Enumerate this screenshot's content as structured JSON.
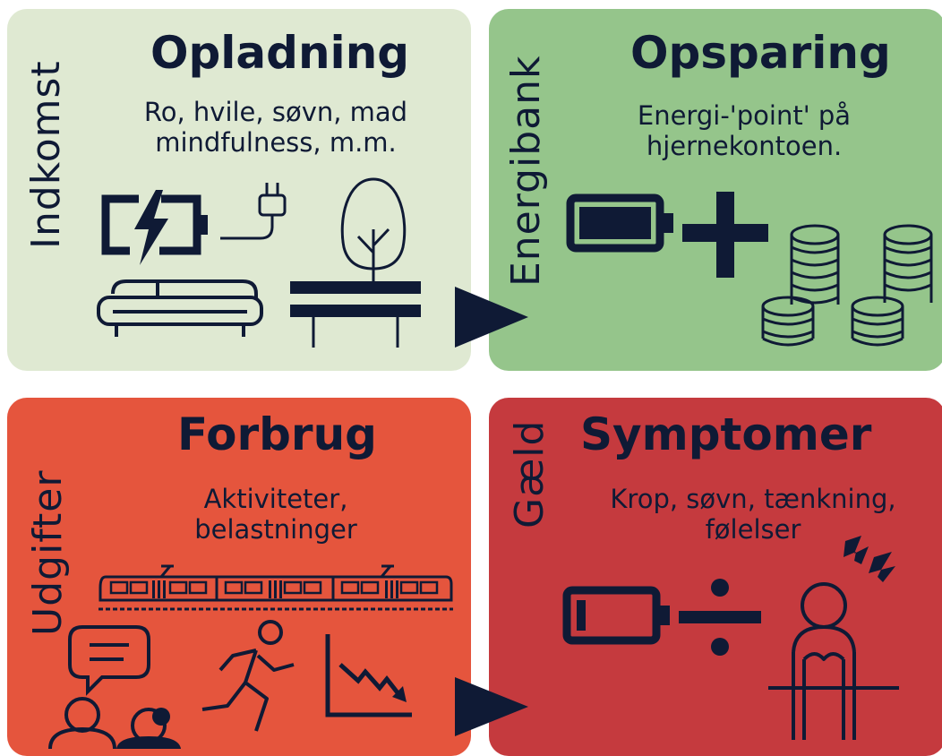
{
  "colors": {
    "ink": "#0f1a35",
    "opladning_bg": "#dfe9d2",
    "opsparing_bg": "#95c58b",
    "forbrug_bg": "#e5553d",
    "symptomer_bg": "#c53a3e"
  },
  "panels": {
    "opladning": {
      "side_label": "Indkomst",
      "title": "Opladning",
      "desc_line1": "Ro, hvile, søvn, mad",
      "desc_line2": "mindfulness, m.m.",
      "icons": [
        "battery-charging-icon",
        "plug-icon",
        "sofa-icon",
        "tree-icon",
        "bench-icon"
      ]
    },
    "opsparing": {
      "side_label": "Energibank",
      "title": "Opsparing",
      "desc_line1": "Energi-'point' på",
      "desc_line2": "hjernekontoen.",
      "icons": [
        "battery-icon",
        "plus-icon",
        "coin-stacks-icon"
      ]
    },
    "forbrug": {
      "side_label": "Udgifter",
      "title": "Forbrug",
      "desc_line1": "Aktiviteter,",
      "desc_line2": "belastninger",
      "icons": [
        "train-icon",
        "conversation-icon",
        "running-person-icon",
        "declining-chart-icon"
      ]
    },
    "symptomer": {
      "side_label": "Gæld",
      "title": "Symptomer",
      "desc_line1": "Krop, søvn, tænkning,",
      "desc_line2": "følelser",
      "icons": [
        "low-battery-icon",
        "divide-icon",
        "headache-person-icon"
      ]
    }
  }
}
